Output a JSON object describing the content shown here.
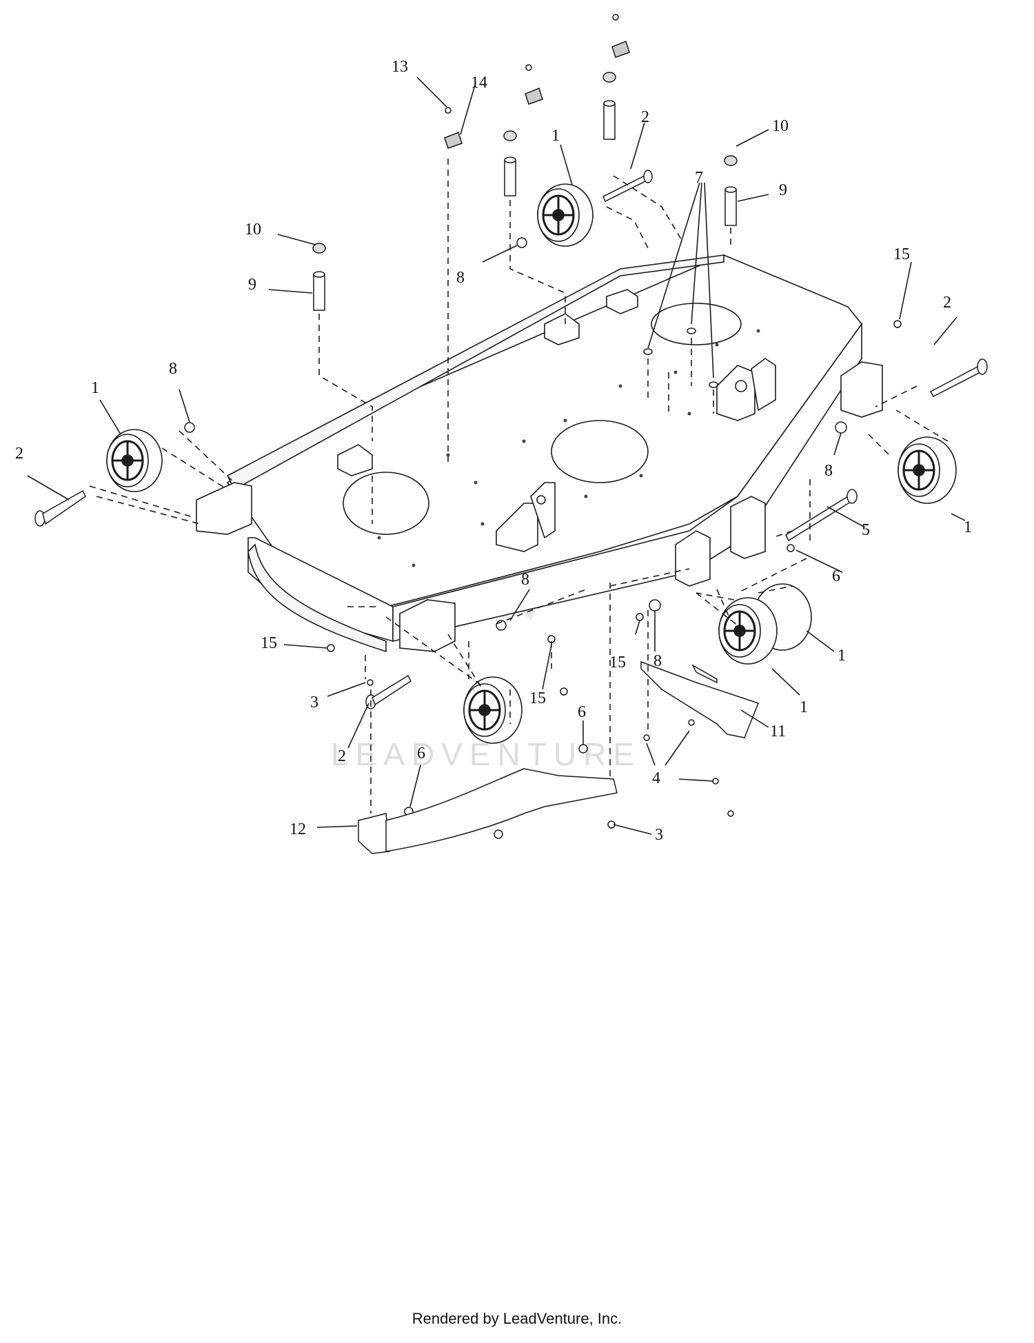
{
  "colors": {
    "line": "#1a1a1a",
    "deck_fill": "#ffffff",
    "wheel_hub": "#222222",
    "watermark": "#d9d9d9"
  },
  "watermark": {
    "text": "LEADVENTURE"
  },
  "footer": {
    "text": "Rendered by LeadVenture, Inc."
  },
  "callouts": [
    {
      "id": "c13",
      "text": "13"
    },
    {
      "id": "c14",
      "text": "14"
    },
    {
      "id": "c1a",
      "text": "1"
    },
    {
      "id": "c2a",
      "text": "2"
    },
    {
      "id": "c10a",
      "text": "10"
    },
    {
      "id": "c9a",
      "text": "9"
    },
    {
      "id": "c7",
      "text": "7"
    },
    {
      "id": "c10b",
      "text": "10"
    },
    {
      "id": "c9b",
      "text": "9"
    },
    {
      "id": "c8a",
      "text": "8"
    },
    {
      "id": "c15a",
      "text": "15"
    },
    {
      "id": "c2b",
      "text": "2"
    },
    {
      "id": "c8b",
      "text": "8"
    },
    {
      "id": "c1b",
      "text": "1"
    },
    {
      "id": "c2c",
      "text": "2"
    },
    {
      "id": "c8c",
      "text": "8"
    },
    {
      "id": "c1c",
      "text": "1"
    },
    {
      "id": "c5",
      "text": "5"
    },
    {
      "id": "c6a",
      "text": "6"
    },
    {
      "id": "c8d",
      "text": "8"
    },
    {
      "id": "c15b",
      "text": "15"
    },
    {
      "id": "c1d",
      "text": "1"
    },
    {
      "id": "c15c",
      "text": "15"
    },
    {
      "id": "c8e",
      "text": "8"
    },
    {
      "id": "c1e",
      "text": "1"
    },
    {
      "id": "c3a",
      "text": "3"
    },
    {
      "id": "c15d",
      "text": "15"
    },
    {
      "id": "c6b",
      "text": "6"
    },
    {
      "id": "c11",
      "text": "11"
    },
    {
      "id": "c2d",
      "text": "2"
    },
    {
      "id": "c6c",
      "text": "6"
    },
    {
      "id": "c4",
      "text": "4"
    },
    {
      "id": "c12",
      "text": "12"
    },
    {
      "id": "c3b",
      "text": "3"
    }
  ]
}
